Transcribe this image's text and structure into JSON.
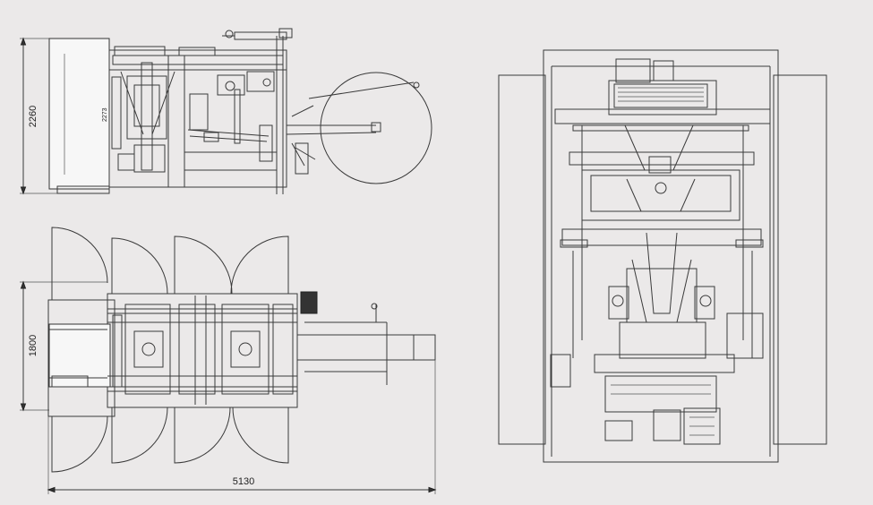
{
  "drawing": {
    "colors": {
      "background": "#ebe9e9",
      "line": "#3a3a3a"
    },
    "dimensions": {
      "side_height": "2260",
      "top_width": "1800",
      "overall_length": "5130"
    },
    "views": [
      "side-elevation",
      "top-plan",
      "front-elevation"
    ]
  }
}
